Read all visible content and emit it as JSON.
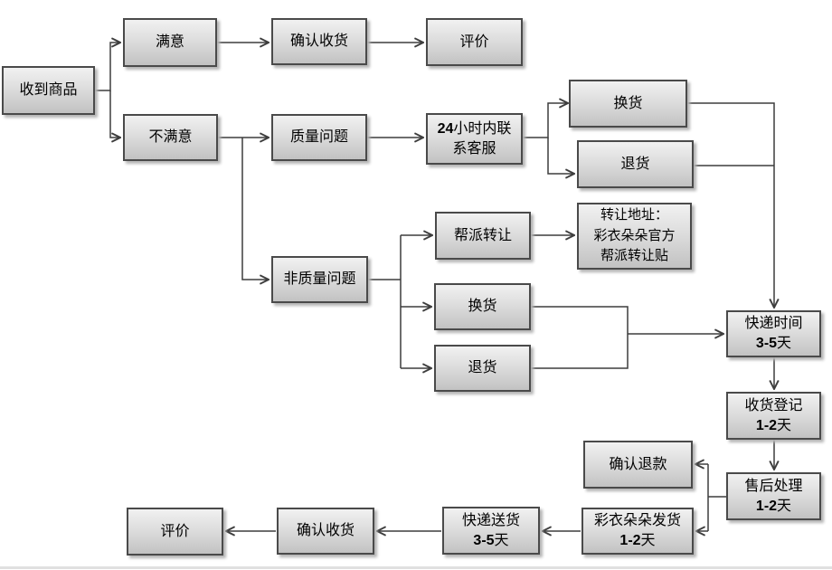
{
  "canvas": {
    "background": "#ffffff",
    "line_color": "#3d3d3d",
    "node_border_color": "#4a4a4a",
    "node_fill_top": "#f1f1f1",
    "node_fill_bottom": "#c2c2c2"
  },
  "nodes": {
    "received": {
      "lines": [
        {
          "b": "",
          "t": "收到商品"
        }
      ]
    },
    "satisfied": {
      "lines": [
        {
          "b": "",
          "t": "满意"
        }
      ]
    },
    "confirm_receipt_top": {
      "lines": [
        {
          "b": "",
          "t": "确认收货"
        }
      ]
    },
    "review_top": {
      "lines": [
        {
          "b": "",
          "t": "评价"
        }
      ]
    },
    "dissatisfied": {
      "lines": [
        {
          "b": "",
          "t": "不满意"
        }
      ]
    },
    "quality_issue": {
      "lines": [
        {
          "b": "",
          "t": "质量问题"
        }
      ]
    },
    "contact_cs_24h": {
      "lines": [
        {
          "b": "24",
          "t": "小时内联"
        },
        {
          "b": "",
          "t": "系客服"
        }
      ]
    },
    "exchange_quality": {
      "lines": [
        {
          "b": "",
          "t": "换货"
        }
      ]
    },
    "return_quality": {
      "lines": [
        {
          "b": "",
          "t": "退货"
        }
      ]
    },
    "gang_transfer": {
      "lines": [
        {
          "b": "",
          "t": "帮派转让"
        }
      ]
    },
    "transfer_address": {
      "lines": [
        {
          "b": "",
          "t": "转让地址："
        },
        {
          "b": "",
          "t": "彩衣朵朵官方"
        },
        {
          "b": "",
          "t": "帮派转让贴"
        }
      ]
    },
    "non_quality_issue": {
      "lines": [
        {
          "b": "",
          "t": "非质量问题"
        }
      ]
    },
    "exchange_nonquality": {
      "lines": [
        {
          "b": "",
          "t": "换货"
        }
      ]
    },
    "return_nonquality": {
      "lines": [
        {
          "b": "",
          "t": "退货"
        }
      ]
    },
    "express_time": {
      "lines": [
        {
          "b": "",
          "t": "快递时间"
        },
        {
          "b": "3-5",
          "t": "天"
        }
      ]
    },
    "receipt_registration": {
      "lines": [
        {
          "b": "",
          "t": "收货登记"
        },
        {
          "b": "1-2",
          "t": "天"
        }
      ]
    },
    "aftersales_processing": {
      "lines": [
        {
          "b": "",
          "t": "售后处理"
        },
        {
          "b": "1-2",
          "t": "天"
        }
      ]
    },
    "confirm_refund": {
      "lines": [
        {
          "b": "",
          "t": "确认退款"
        }
      ]
    },
    "caiyi_shipping": {
      "lines": [
        {
          "b": "",
          "t": "彩衣朵朵发货"
        },
        {
          "b": "1-2",
          "t": "天"
        }
      ]
    },
    "express_delivery": {
      "lines": [
        {
          "b": "",
          "t": "快递送货"
        },
        {
          "b": "3-5",
          "t": "天"
        }
      ]
    },
    "confirm_receipt_bottom": {
      "lines": [
        {
          "b": "",
          "t": "确认收货"
        }
      ]
    },
    "review_bottom": {
      "lines": [
        {
          "b": "",
          "t": "评价"
        }
      ]
    }
  },
  "edges": [
    {
      "from": "received",
      "to": "satisfied"
    },
    {
      "from": "received",
      "to": "dissatisfied"
    },
    {
      "from": "satisfied",
      "to": "confirm_receipt_top"
    },
    {
      "from": "confirm_receipt_top",
      "to": "review_top"
    },
    {
      "from": "dissatisfied",
      "to": "quality_issue"
    },
    {
      "from": "dissatisfied",
      "to": "non_quality_issue"
    },
    {
      "from": "quality_issue",
      "to": "contact_cs_24h"
    },
    {
      "from": "contact_cs_24h",
      "to": "exchange_quality"
    },
    {
      "from": "contact_cs_24h",
      "to": "return_quality"
    },
    {
      "from": "exchange_quality",
      "to": "express_time"
    },
    {
      "from": "return_quality",
      "to": "express_time"
    },
    {
      "from": "non_quality_issue",
      "to": "gang_transfer"
    },
    {
      "from": "non_quality_issue",
      "to": "exchange_nonquality"
    },
    {
      "from": "non_quality_issue",
      "to": "return_nonquality"
    },
    {
      "from": "gang_transfer",
      "to": "transfer_address"
    },
    {
      "from": "exchange_nonquality",
      "to": "express_time"
    },
    {
      "from": "return_nonquality",
      "to": "express_time"
    },
    {
      "from": "express_time",
      "to": "receipt_registration"
    },
    {
      "from": "receipt_registration",
      "to": "aftersales_processing"
    },
    {
      "from": "aftersales_processing",
      "to": "confirm_refund"
    },
    {
      "from": "aftersales_processing",
      "to": "caiyi_shipping"
    },
    {
      "from": "caiyi_shipping",
      "to": "express_delivery"
    },
    {
      "from": "express_delivery",
      "to": "confirm_receipt_bottom"
    },
    {
      "from": "confirm_receipt_bottom",
      "to": "review_bottom"
    }
  ]
}
